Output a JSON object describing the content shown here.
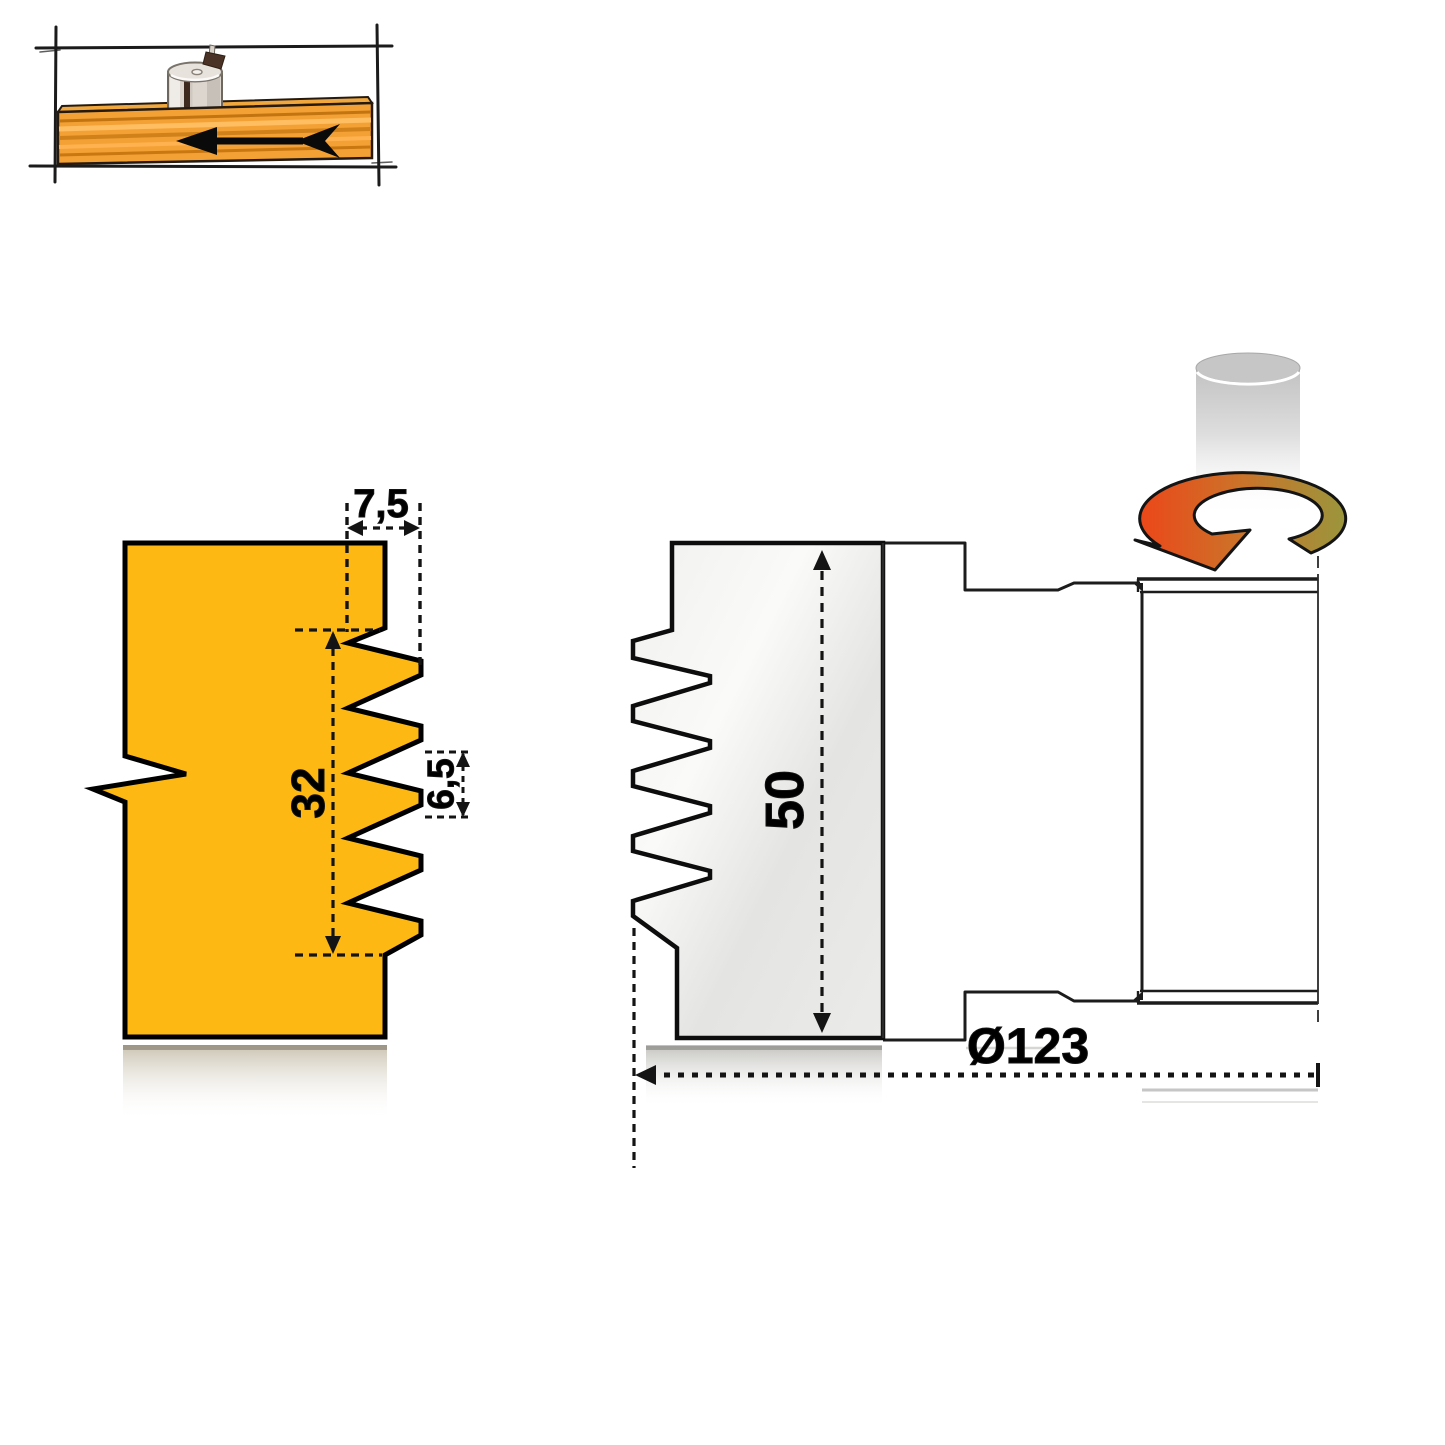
{
  "page": {
    "background": "#ffffff"
  },
  "colors": {
    "profile_fill": "#FDB813",
    "outline": "#000000",
    "dimension_lines": "#141414",
    "insert_fill": "#ECECEA",
    "wood_face": "#F3A135",
    "wood_stripe_dark": "#C97811",
    "wood_stripe_light": "#FFBE62",
    "cutter_body_gray": "#DCD7D0",
    "knife_dark": "#46301F",
    "spindle_gray": "#C6C6C6",
    "rotation_arrow_start": "#E8431C",
    "rotation_arrow_end": "#96993E"
  },
  "feed_icon": {
    "name": "workpiece-feed-direction",
    "arrow_icon": "feed-arrow-left"
  },
  "profile_view": {
    "dim_tongue_width": "7,5",
    "dim_profile_height": "32",
    "dim_tooth_pitch": "6,5"
  },
  "cutter_view": {
    "dim_cutting_height": "50",
    "dim_diameter": "Ø123"
  }
}
